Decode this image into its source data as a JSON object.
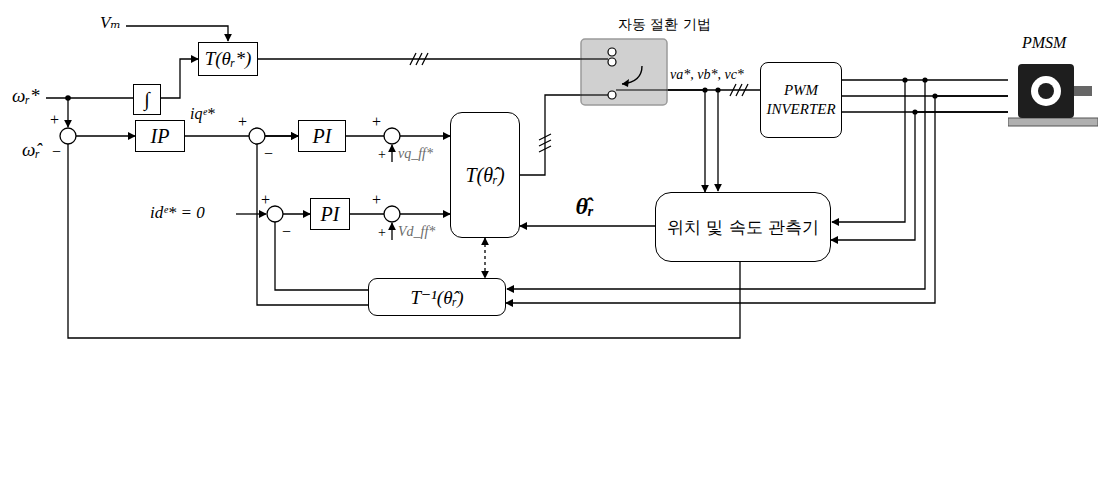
{
  "diagram": {
    "nodes": [
      {
        "text": [
          "∫"
        ]
      },
      {
        "text": [
          "T(θᵣ*)"
        ]
      },
      {
        "text": [
          "IP"
        ]
      },
      {
        "text": [
          "PI"
        ]
      },
      {
        "text": [
          "PI"
        ]
      },
      {
        "text": [
          "T(θ̂ᵣ)"
        ]
      },
      {
        "text": [
          "자동 절환 기법"
        ]
      },
      {
        "text": [
          "PWM INVERTER"
        ]
      },
      {
        "text": [
          "위치 및 속도 관측기"
        ]
      },
      {
        "text": [
          "T⁻¹(θ̂ᵣ)"
        ]
      },
      {
        "text": [
          "PMSM"
        ]
      }
    ],
    "edges": [
      {
        "from": 0,
        "to": 1,
        "arrow": "to"
      },
      {
        "from": 1,
        "to": 6,
        "arrow": "none"
      },
      {
        "from": 2,
        "to": 3,
        "arrow": "to"
      },
      {
        "from": 3,
        "to": 5,
        "arrow": "to"
      },
      {
        "from": 4,
        "to": 5,
        "arrow": "to"
      },
      {
        "from": 5,
        "to": 6,
        "arrow": "none"
      },
      {
        "from": 6,
        "to": 7,
        "arrow": "none"
      },
      {
        "from": 7,
        "to": 10,
        "arrow": "none"
      },
      {
        "from": 10,
        "to": 8,
        "arrow": "to"
      },
      {
        "from": 10,
        "to": 9,
        "arrow": "to"
      },
      {
        "from": 6,
        "to": 8,
        "arrow": "to"
      },
      {
        "from": 8,
        "to": 5,
        "label": "θ̂ᵣ",
        "arrow": "to"
      },
      {
        "from": 8,
        "to": 2,
        "arrow": "to"
      },
      {
        "from": 9,
        "to": 3,
        "arrow": "to"
      },
      {
        "from": 9,
        "to": 4,
        "arrow": "to"
      },
      {
        "from": 5,
        "to": 9,
        "arrow": "both"
      }
    ],
    "labels": [
      "ωᵣ*",
      "Vₘ",
      "+",
      "−",
      "ω̂ᵣ",
      "iqᵉ*",
      "+",
      "−",
      "+",
      "+",
      "vq_ff*",
      "idᵉ* = 0",
      "+",
      "−",
      "+",
      "+",
      "Vd_ff*",
      "va*, vb*, vc*"
    ]
  }
}
